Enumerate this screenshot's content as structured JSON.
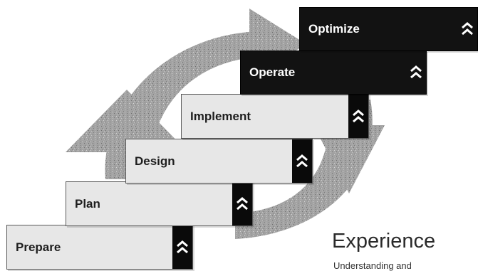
{
  "steps": [
    {
      "key": "prepare",
      "label": "Prepare",
      "theme": "light"
    },
    {
      "key": "plan",
      "label": "Plan",
      "theme": "light"
    },
    {
      "key": "design",
      "label": "Design",
      "theme": "light"
    },
    {
      "key": "implement",
      "label": "Implement",
      "theme": "light"
    },
    {
      "key": "operate",
      "label": "Operate",
      "theme": "dark"
    },
    {
      "key": "optimize",
      "label": "Optimize",
      "theme": "dark"
    }
  ],
  "experience": {
    "heading": "Experience",
    "subtext": "Understanding and"
  },
  "icons": {
    "step_marker": "double-chevron-up-icon",
    "cycle": "cycle-arrows-icon"
  },
  "colors": {
    "cycle_arrow": "#9a9a9a",
    "light_box": "#e7e7e7",
    "dark_box": "#121212",
    "chevron_light": "#ffffff"
  }
}
